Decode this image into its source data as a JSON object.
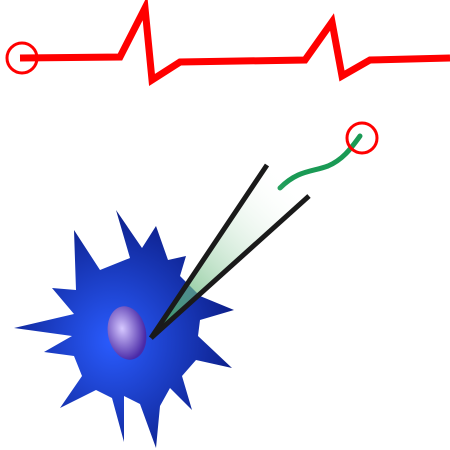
{
  "colors": {
    "background": "#ffffff",
    "signal_trace": "#ff0000",
    "marker_ring": "#ff0000",
    "electrode_wire": "#1a9a55",
    "pipette_wall": "#1a1a1a",
    "pipette_fill": "#2e9e4a",
    "cell_body_light": "#2a5cff",
    "cell_body_dark": "#0a1a80",
    "nucleus_light": "#d6c8ff",
    "nucleus_dark": "#4a2aa8"
  },
  "icons": {
    "trace": "action-potential-trace",
    "start_marker": "recording-start-marker",
    "wire_marker": "electrode-end-marker",
    "pipette": "micropipette-icon",
    "neuron": "neuron-icon",
    "nucleus": "nucleus-icon"
  }
}
